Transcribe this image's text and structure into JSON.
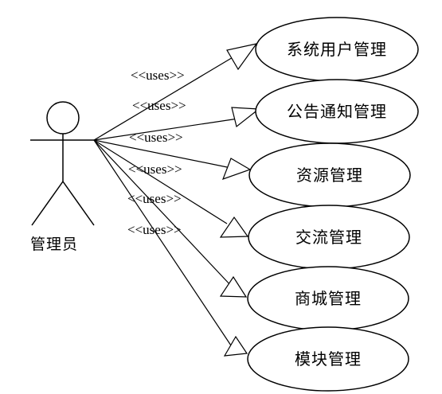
{
  "actor": {
    "name": "管理员"
  },
  "relation_label": "<<uses>>",
  "use_cases": [
    {
      "label": "系统用户管理"
    },
    {
      "label": "公告通知管理"
    },
    {
      "label": "资源管理"
    },
    {
      "label": "交流管理"
    },
    {
      "label": "商城管理"
    },
    {
      "label": "模块管理"
    }
  ]
}
